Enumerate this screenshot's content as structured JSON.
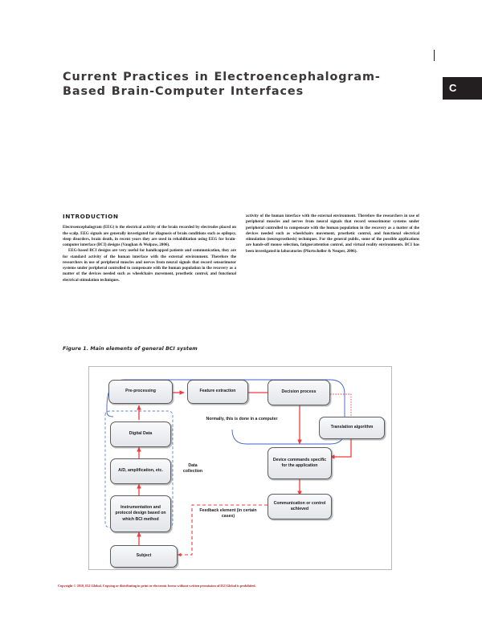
{
  "header": {
    "chapter_tab_letter": "C",
    "rule_mark": ""
  },
  "title": {
    "line1": "Current Practices in Electroencephalogram-",
    "line2": "Based Brain-Computer Interfaces"
  },
  "body": {
    "section_heading": "INTRODUCTION",
    "left_column": [
      "Electroencephalogram (EEG) is the electrical activity of the brain recorded by electrodes placed on the scalp. EEG signals are generally investigated for diagnosis of brain conditions such as epilepsy, sleep disorders, brain death, in recent years they are used in rehabilitation using EEG for brain-computer interface (BCI) designs (Vaughan & Wolpaw, 2006).",
      "EEG-based BCI designs are very useful for handicapped patients and communication, they are for standard activity of the human interface with the external environment. Therefore the researchers in use of peripheral muscles and nerves from neural signals that record sensorimotor systems under peripheral controlled to compensate with the human population in the recovery as a matter of the devices needed such as wheelchairs movement, prosthetic control, and functional electrical stimulation techniques."
    ],
    "right_column": [
      "activity of the human interface with the external environment. Therefore the researchers in use of peripheral muscles and nerves from neural signals that record sensorimotor systems under peripheral controlled to compensate with the human population in the recovery as a matter of the devices needed such as wheelchairs movement, prosthetic control, and functional electrical stimulation (neuroprosthesis) techniques. For the general public, some of the possible applications are hands-off mouse selection, fatigue/attention control, and virtual reality environments. BCI has been investigated in laboratories (Pfurtscheller & Neuper, 2006)."
    ]
  },
  "figure": {
    "caption": "Figure 1. Main elements of general BCI system",
    "nodes": {
      "pre_processing": "Pre-processing",
      "feature_extraction": "Feature extraction",
      "decision_process": "Decision process",
      "translation_algorithm": "Translation algorithm",
      "digital_data": "Digital Data",
      "ad_amplification": "A/D, amplification, etc.",
      "instrumentation": "Instrumentation and protocol design based on which BCI method",
      "subject": "Subject",
      "device_commands": "Device commands specific for the application",
      "communication": "Communication or control achieved"
    },
    "labels": {
      "computer_note": "Normally, this is done in a computer",
      "data_collection": "Data collection",
      "feedback": "Feedback element (in certain cases)"
    },
    "colors": {
      "arrow_red": "#f4393c",
      "group_blue": "#3f63c8",
      "node_border": "#5d5d5d",
      "node_fill": "#ecedf1"
    }
  },
  "footer": {
    "copyright": "Copyright © 2010, IGI Global. Copying or distributing in print or electronic forms without written permission of IGI Global is prohibited."
  }
}
